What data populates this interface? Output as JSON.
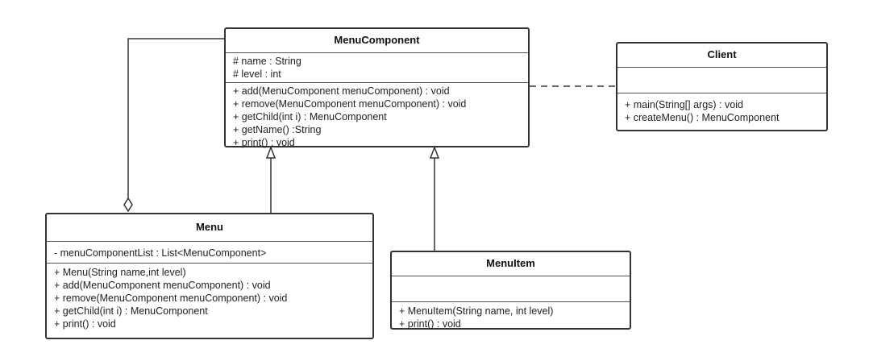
{
  "classes": {
    "menu_component": {
      "name": "MenuComponent",
      "attributes": [
        "# name : String",
        "# level : int"
      ],
      "methods": [
        "+ add(MenuComponent menuComponent) : void",
        "+ remove(MenuComponent menuComponent) : void",
        "+ getChild(int i) : MenuComponent",
        "+ getName() :String",
        "+ print() : void"
      ]
    },
    "client": {
      "name": "Client",
      "attributes": [],
      "methods": [
        "+ main(String[] args) : void",
        "+ createMenu() : MenuComponent"
      ]
    },
    "menu": {
      "name": "Menu",
      "attributes": [
        "- menuComponentList : List<MenuComponent>"
      ],
      "methods": [
        "+ Menu(String name,int level)",
        "+ add(MenuComponent menuComponent) : void",
        "+ remove(MenuComponent menuComponent) : void",
        "+ getChild(int i) : MenuComponent",
        "+ print() : void"
      ]
    },
    "menu_item": {
      "name": "MenuItem",
      "attributes": [],
      "methods": [
        "+ MenuItem(String name, int level)",
        "+ print() : void"
      ]
    }
  },
  "relations": [
    {
      "type": "dependency",
      "from": "Client",
      "to": "MenuComponent"
    },
    {
      "type": "generalization",
      "from": "Menu",
      "to": "MenuComponent"
    },
    {
      "type": "generalization",
      "from": "MenuItem",
      "to": "MenuComponent"
    },
    {
      "type": "aggregation",
      "from": "MenuComponent",
      "to": "Menu"
    }
  ],
  "colors": {
    "line": "#333333",
    "border": "#333333",
    "background": "#ffffff"
  }
}
